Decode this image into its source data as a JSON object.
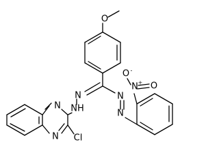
{
  "diagram": {
    "kind": "chemical-structure",
    "line_color": "#000000",
    "background": "#ffffff",
    "atom_labels": {
      "methoxy_o": "O",
      "hydrazone_n1": "N",
      "hydrazone_nh": "NH",
      "azo_n1": "N",
      "azo_n2": "N",
      "nitro_n": "N",
      "nitro_n_charge": "+",
      "nitro_o1": "O",
      "nitro_o1_charge": "-",
      "nitro_o2": "O",
      "quinox_n_top": "N",
      "quinox_n_bottom": "N",
      "chloro": "Cl"
    }
  }
}
